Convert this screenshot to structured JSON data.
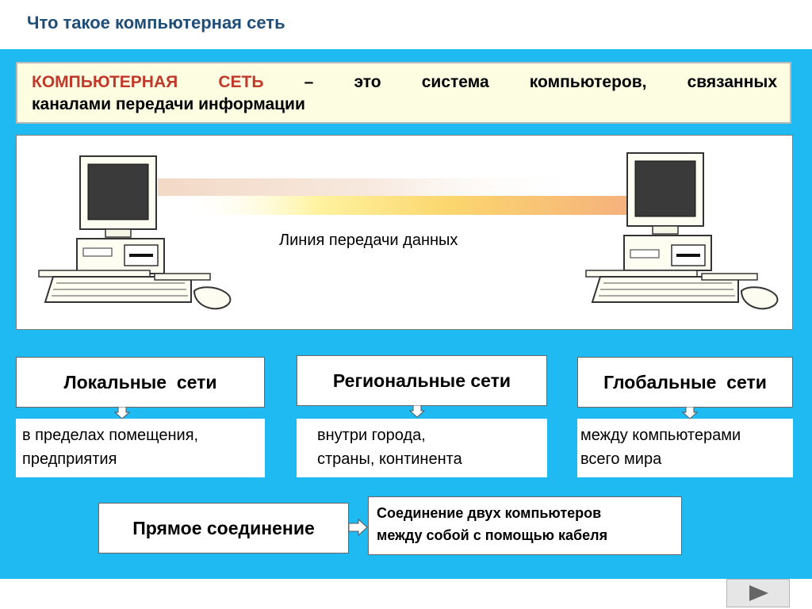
{
  "title": "Что такое компьютерная сеть",
  "definition": {
    "term_part1": "КОМПЬЮТЕРНАЯ",
    "term_part2": "СЕТЬ",
    "dash": "–",
    "words": [
      "это",
      "система",
      "компьютеров,",
      "связанных"
    ],
    "line2": "каналами передачи информации"
  },
  "diagram": {
    "link_label": "Линия передачи данных",
    "left_computer_icon": "desktop-computer-icon",
    "right_computer_icon": "desktop-computer-icon"
  },
  "categories": [
    {
      "label": "Локальные  сети",
      "desc_line1": "в пределах помещения,",
      "desc_line2": "предприятия"
    },
    {
      "label": "Региональные сети",
      "desc_line1": "внутри города,",
      "desc_line2": "страны, континента"
    },
    {
      "label": "Глобальные  сети",
      "desc_line1": "между компьютерами",
      "desc_line2": "всего мира"
    }
  ],
  "direct": {
    "label": "Прямое соединение",
    "desc_line1": "Соединение двух компьютеров",
    "desc_line2": "между собой с помощью кабеля"
  },
  "nav": {
    "icon": "play-next-icon"
  },
  "colors": {
    "panel": "#1fbaf2",
    "title": "#1f4e79",
    "term": "#c0392b",
    "definition_bg": "#fdfde2"
  }
}
